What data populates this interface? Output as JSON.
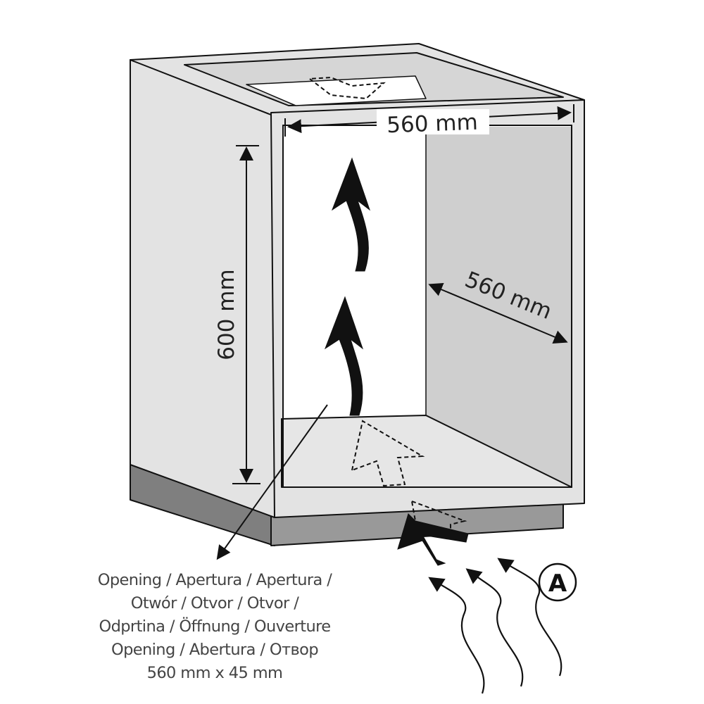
{
  "dimensions": {
    "width_label": "560 mm",
    "depth_label": "560 mm",
    "height_label": "600 mm"
  },
  "caption": {
    "lines": [
      "Opening / Apertura / Apertura /",
      "Otwór / Otvor / Otvor /",
      "Odprtina / Öffnung / Ouverture",
      "Opening / Abertura / Отвор",
      "560 mm x 45 mm"
    ]
  },
  "marker": {
    "label": "A"
  },
  "colors": {
    "side_panel": "#e2e2e2",
    "inner_wall": "#cfcfcf",
    "plinth": "#8d8d8d",
    "outline": "#111111"
  }
}
